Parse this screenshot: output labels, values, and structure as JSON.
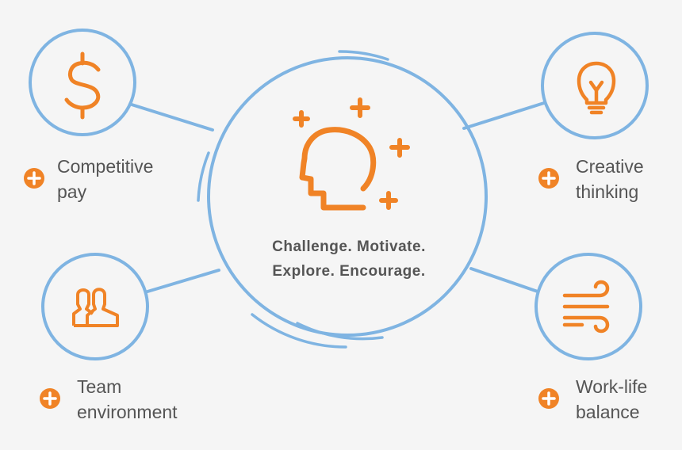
{
  "colors": {
    "accent": "#f08326",
    "ring": "#7fb4e2",
    "text": "#555555",
    "background": "#f5f5f5"
  },
  "center": {
    "icon": "head-with-plus-signs-icon",
    "line1": "Challenge. Motivate.",
    "line2": "Explore. Encourage."
  },
  "nodes": [
    {
      "id": "competitive-pay",
      "icon": "dollar-icon",
      "line1": "Competitive",
      "line2": "pay"
    },
    {
      "id": "team-environment",
      "icon": "people-icon",
      "line1": "Team",
      "line2": "environment"
    },
    {
      "id": "creative-thinking",
      "icon": "lightbulb-icon",
      "line1": "Creative",
      "line2": "thinking"
    },
    {
      "id": "work-life-balance",
      "icon": "balance-icon",
      "line1": "Work-life",
      "line2": "balance"
    }
  ]
}
